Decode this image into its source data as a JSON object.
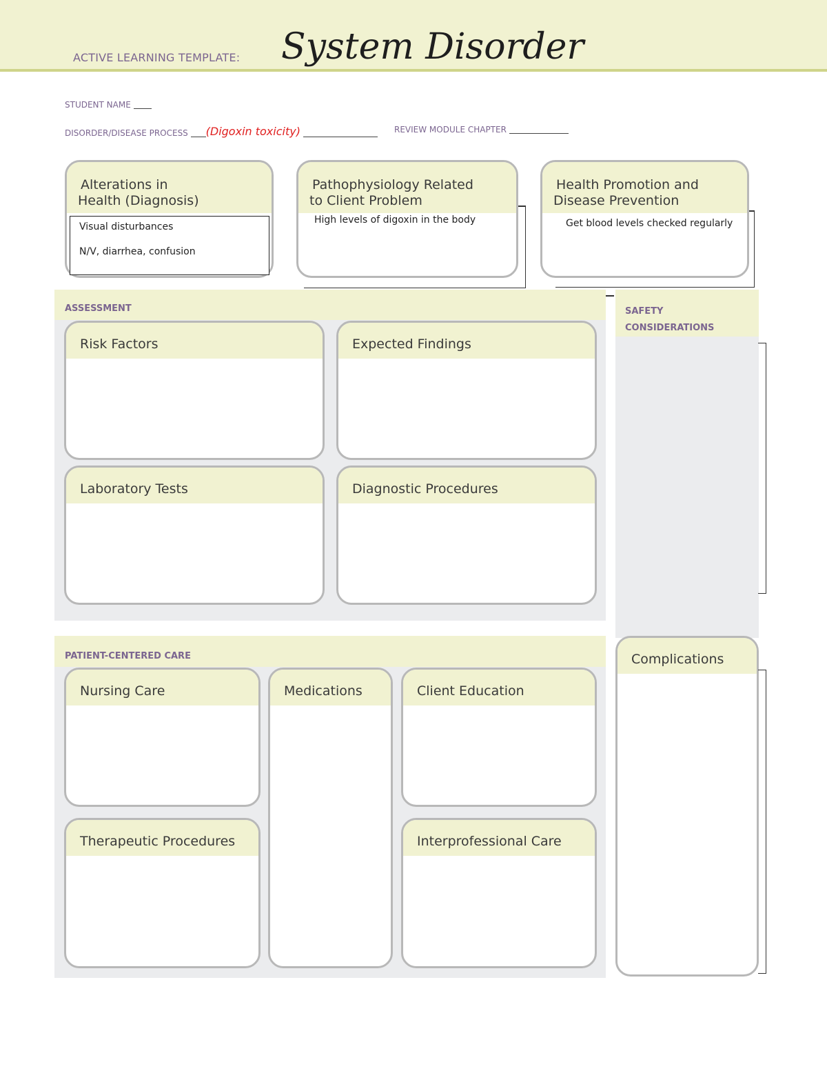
{
  "header": {
    "label": "ACTIVE LEARNING TEMPLATE:",
    "title": "System Disorder"
  },
  "fields": {
    "student_name_label": "STUDENT NAME",
    "disorder_label": "DISORDER/DISEASE PROCESS",
    "disorder_value": "(Digoxin toxicity)",
    "review_label": "REVIEW MODULE CHAPTER"
  },
  "top_boxes": {
    "alterations": {
      "title_line1": "Alterations in",
      "title_line2": "Health (Diagnosis)",
      "entries": [
        "Visual disturbances",
        "N/V, diarrhea, confusion"
      ]
    },
    "pathophysiology": {
      "title_line1": "Pathophysiology Related",
      "title_line2": "to Client Problem",
      "entry": "High levels of digoxin in the body"
    },
    "health_promotion": {
      "title_line1": "Health Promotion and",
      "title_line2": "Disease Prevention",
      "entry": "Get blood levels checked regularly"
    }
  },
  "assessment": {
    "title": "ASSESSMENT",
    "boxes": [
      "Risk Factors",
      "Expected Findings",
      "Laboratory Tests",
      "Diagnostic Procedures"
    ]
  },
  "safety": {
    "title_line1": "SAFETY",
    "title_line2": "CONSIDERATIONS"
  },
  "patient_care": {
    "title": "PATIENT-CENTERED CARE",
    "boxes": [
      "Nursing Care",
      "Medications",
      "Client Education",
      "Therapeutic Procedures",
      "Interprofessional Care"
    ]
  },
  "complications": {
    "title": "Complications"
  }
}
